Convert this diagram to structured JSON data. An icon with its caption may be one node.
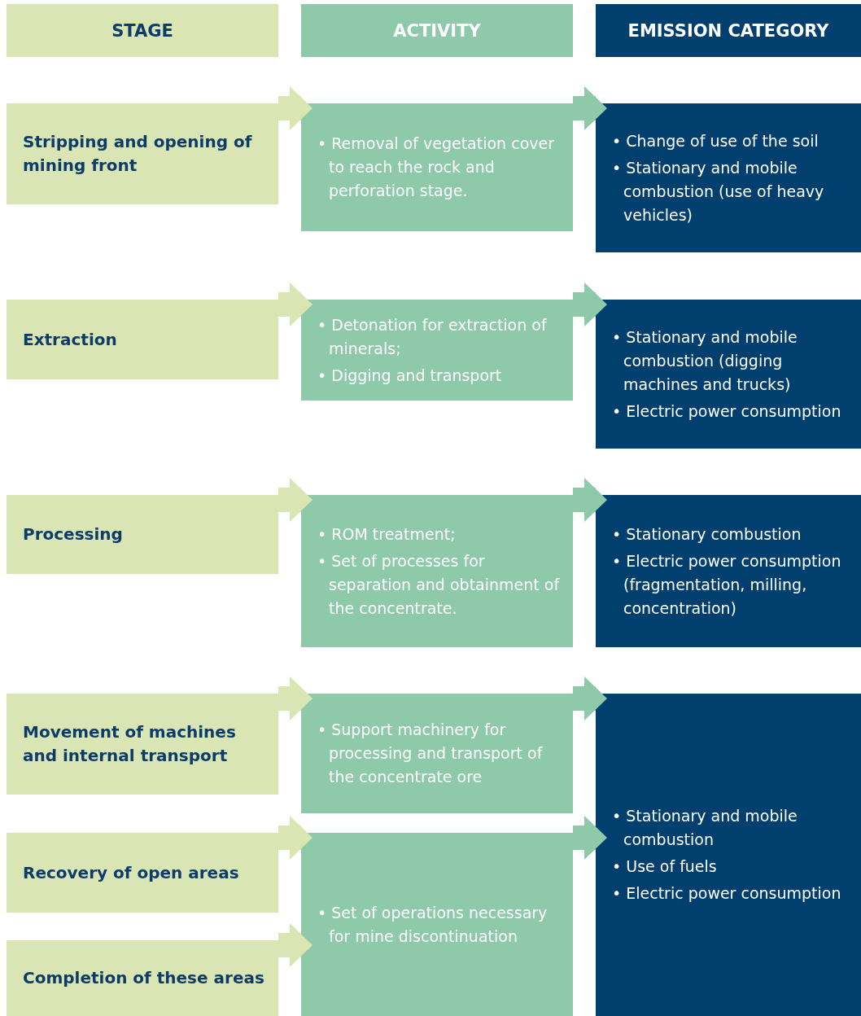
{
  "diagram": {
    "nodes": [
      {
        "text": [
          "STAGE"
        ]
      },
      {
        "text": [
          "ACTIVITY"
        ]
      },
      {
        "text": [
          "EMISSION CATEGORY"
        ]
      },
      {
        "text": [
          "Stripping and opening of mining front"
        ]
      },
      {
        "text": [
          "• Removal of vegetation cover to reach the rock and perforation stage."
        ]
      },
      {
        "text": [
          "• Change of use of the soil",
          "• Stationary and mobile combustion (use of heavy vehicles)"
        ]
      },
      {
        "text": [
          "Extraction"
        ]
      },
      {
        "text": [
          "• Detonation for extraction of minerals;",
          "• Digging and transport"
        ]
      },
      {
        "text": [
          "• Stationary and mobile combustion (digging machines and trucks)",
          "• Electric power consumption"
        ]
      },
      {
        "text": [
          "Processing"
        ]
      },
      {
        "text": [
          "• ROM treatment;",
          "• Set of processes for separation and obtainment of the concentrate."
        ]
      },
      {
        "text": [
          "• Stationary combustion",
          "• Electric power consumption (fragmentation, milling, concentration)"
        ]
      },
      {
        "text": [
          "Movement of machines and internal transport"
        ]
      },
      {
        "text": [
          "• Support machinery for processing and transport of the concentrate ore"
        ]
      },
      {
        "text": [
          "• Stationary and mobile combustion",
          "• Use of fuels",
          "• Electric power consumption"
        ]
      },
      {
        "text": [
          "Recovery of open areas"
        ]
      },
      {
        "text": [
          "• Set of operations necessary for mine discontinuation"
        ]
      },
      {
        "text": [
          "Completion of these areas"
        ]
      }
    ],
    "edges": [
      {
        "from": 3,
        "to": 4,
        "arrow": "to"
      },
      {
        "from": 4,
        "to": 5,
        "arrow": "to"
      },
      {
        "from": 6,
        "to": 7,
        "arrow": "to"
      },
      {
        "from": 7,
        "to": 8,
        "arrow": "to"
      },
      {
        "from": 9,
        "to": 10,
        "arrow": "to"
      },
      {
        "from": 10,
        "to": 11,
        "arrow": "to"
      },
      {
        "from": 12,
        "to": 13,
        "arrow": "to"
      },
      {
        "from": 13,
        "to": 14,
        "arrow": "to"
      },
      {
        "from": 15,
        "to": 16,
        "arrow": "to"
      },
      {
        "from": 16,
        "to": 14,
        "arrow": "to"
      },
      {
        "from": 17,
        "to": 16,
        "arrow": "to"
      }
    ]
  }
}
